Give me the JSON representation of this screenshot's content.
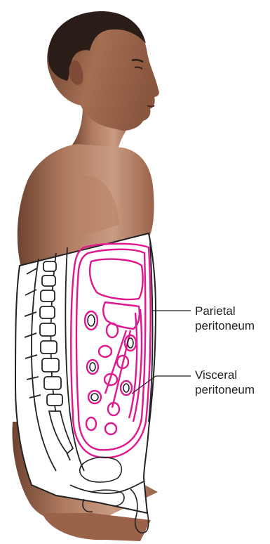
{
  "labels": {
    "parietal": {
      "line1": "Parietal",
      "line2": "peritoneum"
    },
    "visceral": {
      "line1": "Visceral",
      "line2": "peritoneum"
    }
  },
  "colors": {
    "skin_light": "#c79a80",
    "skin_mid": "#a87258",
    "skin_dark": "#6e4330",
    "hair": "#2a1c16",
    "peritoneum": "#e0188e",
    "outline": "#222222",
    "cutaway_fill": "#ffffff"
  }
}
